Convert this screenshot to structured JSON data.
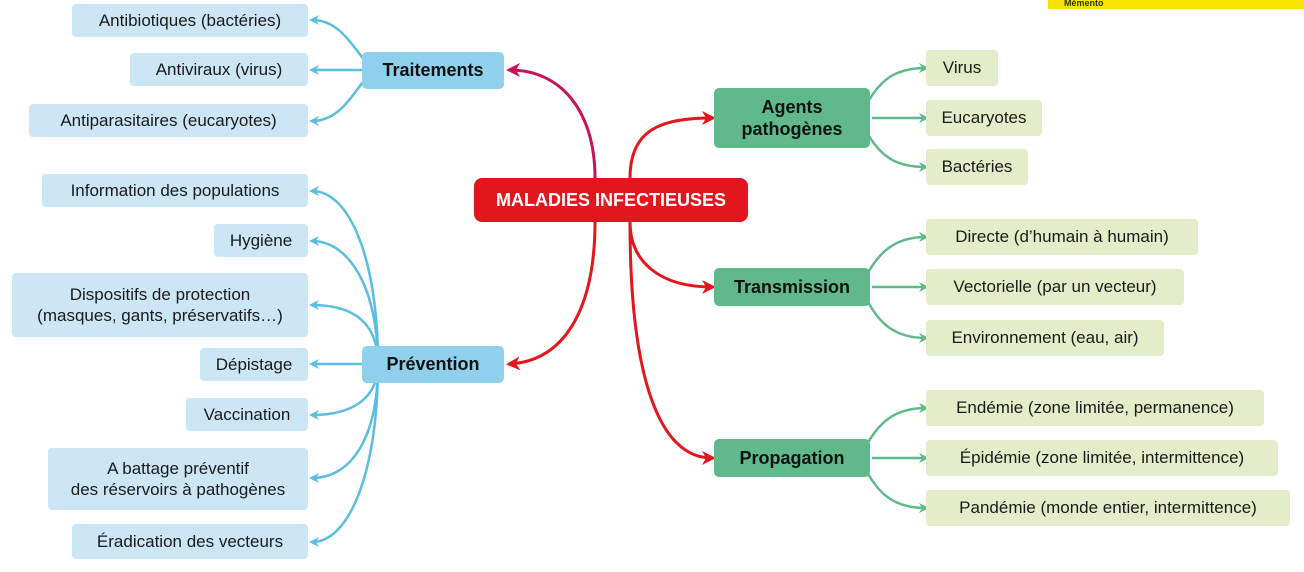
{
  "center": {
    "label": "MALADIES INFECTIEUSES",
    "color": "#e3161d"
  },
  "corner_tag": {
    "label": "Mémento",
    "color": "#f7e300"
  },
  "colors": {
    "blue_link": "#5bbde0",
    "green_link": "#5fb98a",
    "red_link": "#e3161d",
    "magenta_link": "#c8125a"
  },
  "branches": {
    "traitements": {
      "label": "Traitements",
      "items": [
        "Antibiotiques (bactéries)",
        "Antiviraux (virus)",
        "Antiparasitaires (eucaryotes)"
      ]
    },
    "prevention": {
      "label": "Prévention",
      "items": [
        "Information des populations",
        "Hygiène",
        "Dispositifs de protection\n(masques, gants, préservatifs…)",
        "Dépistage",
        "Vaccination",
        "A battage préventif\ndes réservoirs à pathogènes",
        "Éradication des vecteurs"
      ]
    },
    "agents": {
      "label": "Agents\npathogènes",
      "items": [
        "Virus",
        "Eucaryotes",
        "Bactéries"
      ]
    },
    "transmission": {
      "label": "Transmission",
      "items": [
        "Directe (d’humain à humain)",
        "Vectorielle (par un vecteur)",
        "Environnement (eau, air)"
      ]
    },
    "propagation": {
      "label": "Propagation",
      "items": [
        "Endémie (zone limitée, permanence)",
        "Épidémie (zone limitée, intermittence)",
        "Pandémie (monde entier, intermittence)"
      ]
    }
  }
}
